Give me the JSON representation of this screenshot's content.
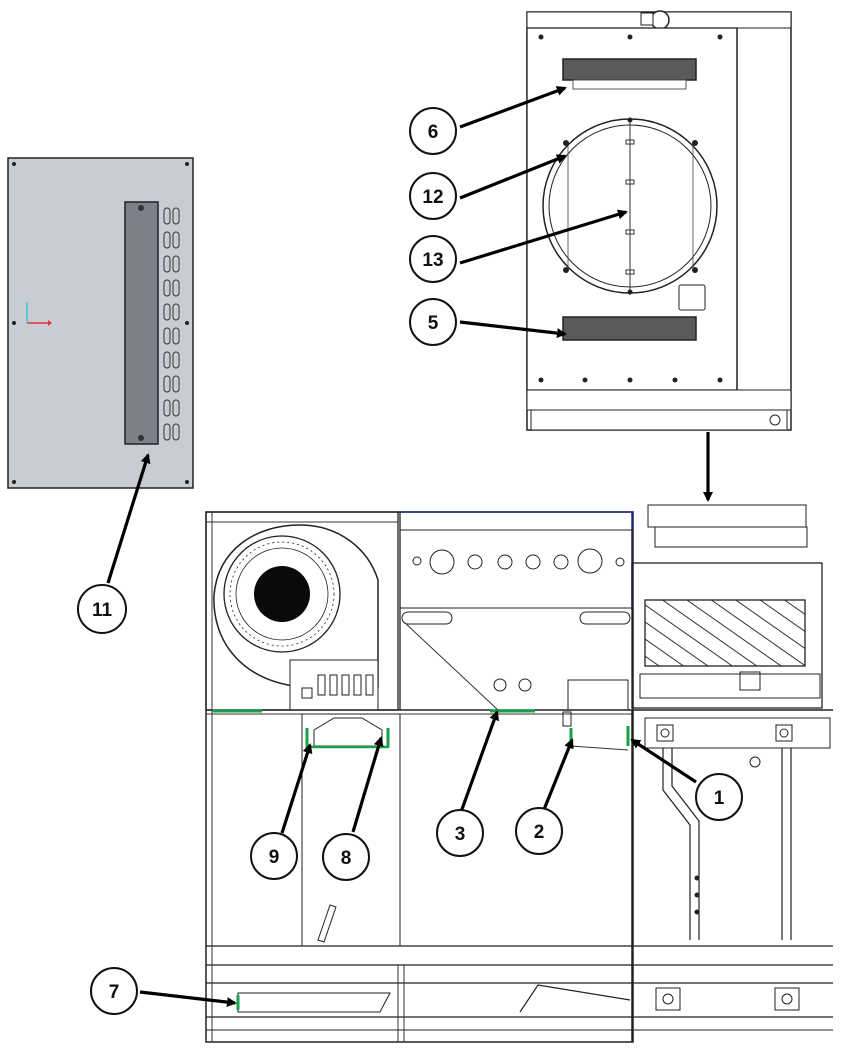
{
  "callouts": {
    "c1": "1",
    "c2": "2",
    "c3": "3",
    "c5": "5",
    "c6": "6",
    "c7": "7",
    "c8": "8",
    "c9": "9",
    "c11": "11",
    "c12": "12",
    "c13": "13"
  },
  "colors": {
    "panel_fill": "#c9ccd3",
    "outline": "#222222",
    "seal_green": "#1aa04a",
    "wire_blue": "#1a2a9a",
    "axis_red": "#e33333",
    "axis_cyan": "#3cc8c8",
    "filter_gray": "#5a5a5a"
  }
}
